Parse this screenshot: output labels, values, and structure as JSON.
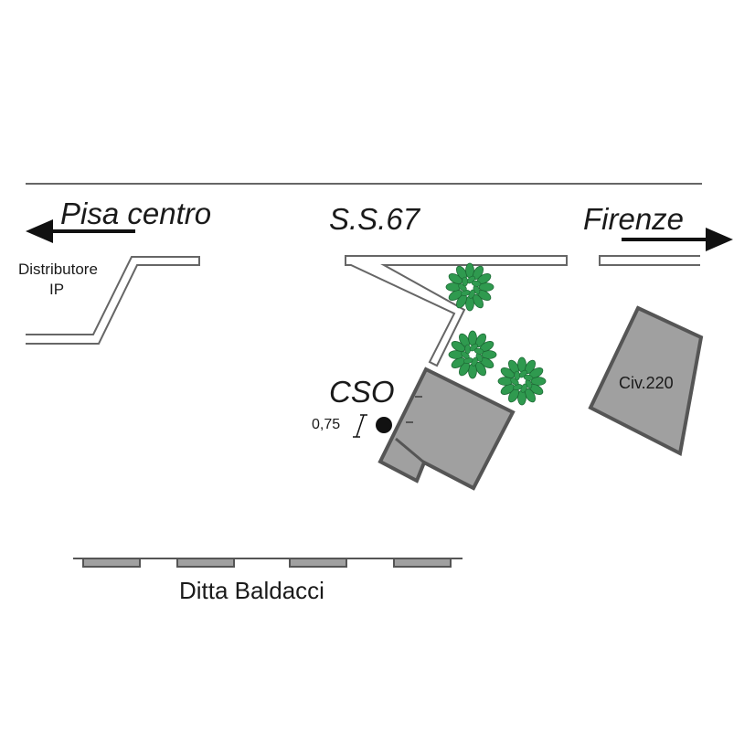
{
  "labels": {
    "left_direction": "Pisa centro",
    "road": "S.S.67",
    "right_direction": "Firenze",
    "fuel_station_line1": "Distributore",
    "fuel_station_line2": "IP",
    "cso": "CSO",
    "dimension": "0,75",
    "building": "Civ.220",
    "company": "Ditta Baldacci"
  },
  "colors": {
    "line": "#555555",
    "building_fill": "#a0a0a0",
    "tree_green": "#2f9a4f",
    "text": "#1a1a1a"
  }
}
